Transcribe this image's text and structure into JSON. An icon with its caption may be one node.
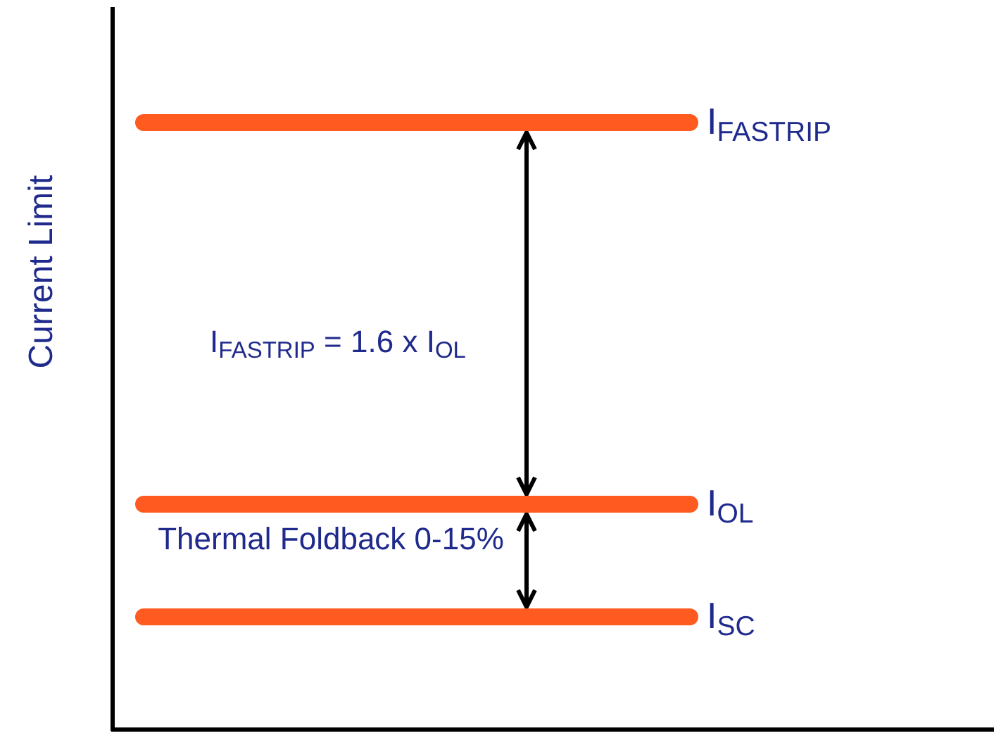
{
  "diagram": {
    "nodes": [
      {
        "text": [],
        "shape": "bar",
        "beside": [
          "I$_{FASTRIP}$"
        ]
      },
      {
        "text": [],
        "shape": "bar",
        "beside": [
          "I$_{OL}$"
        ]
      },
      {
        "text": [],
        "shape": "bar",
        "beside": [
          "I$_{SC}$"
        ]
      }
    ],
    "edges": [
      {
        "from": 0,
        "to": 1,
        "arrow": "both",
        "label": "I$_{FASTRIP}$ = 1.6 x I$_{OL}$"
      },
      {
        "from": 1,
        "to": 2,
        "arrow": "both",
        "label": "Thermal Foldback 0-15%"
      }
    ],
    "labels": [
      "Current Limit"
    ]
  }
}
